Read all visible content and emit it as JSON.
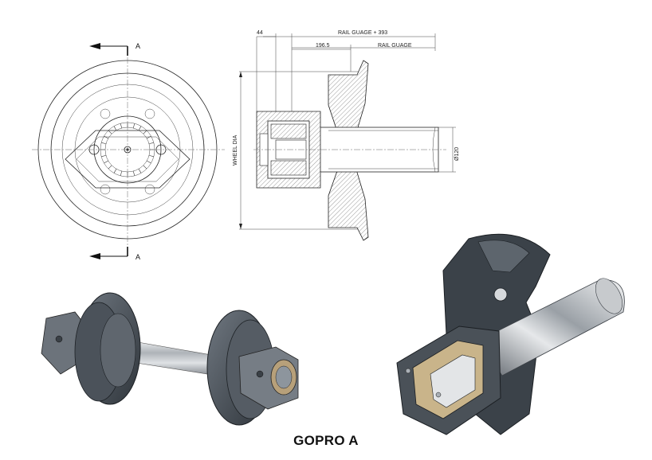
{
  "section_marker": {
    "label": "A"
  },
  "dimensions": {
    "d44": "44",
    "rail_guage_393": "RAIL GUAGE + 393",
    "d196_5": "196.5",
    "rail_guage": "RAIL GUAGE",
    "wheel_dia": "WHEEL DIA",
    "axle_dia": "Ø120"
  },
  "caption": "GOPRO A",
  "colors": {
    "steel": "#3e454d",
    "steel_light": "#6f7780",
    "axle": "#c9ccd0",
    "brass": "#b8a27a"
  }
}
